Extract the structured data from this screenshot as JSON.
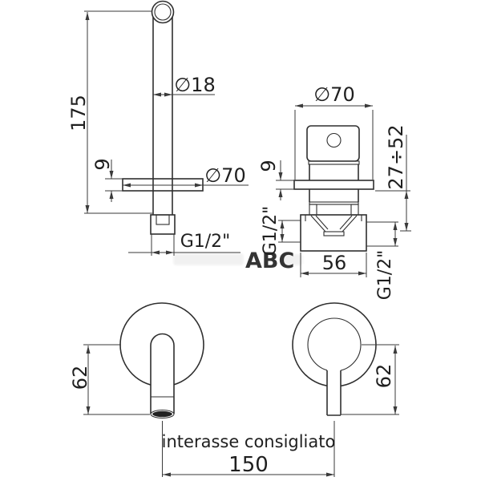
{
  "dims": {
    "spout_height": "175",
    "spout_diameter": "∅18",
    "spout_flange_thickness": "9",
    "spout_flange_diameter": "∅70",
    "spout_connection": "G1/2\"",
    "mixer_flange_diameter": "∅70",
    "mixer_flange_thickness": "9",
    "mixer_depth_range": "27÷52",
    "mixer_inlet": "G1/2\"",
    "mixer_outlet": "G1/2\"",
    "mixer_body_width": "56",
    "spout_drop": "62",
    "handle_drop": "62",
    "spacing_label": "interasse consigliato",
    "spacing_value": "150"
  },
  "watermark": {
    "text": "ABC",
    "color": "#a5cd62"
  }
}
